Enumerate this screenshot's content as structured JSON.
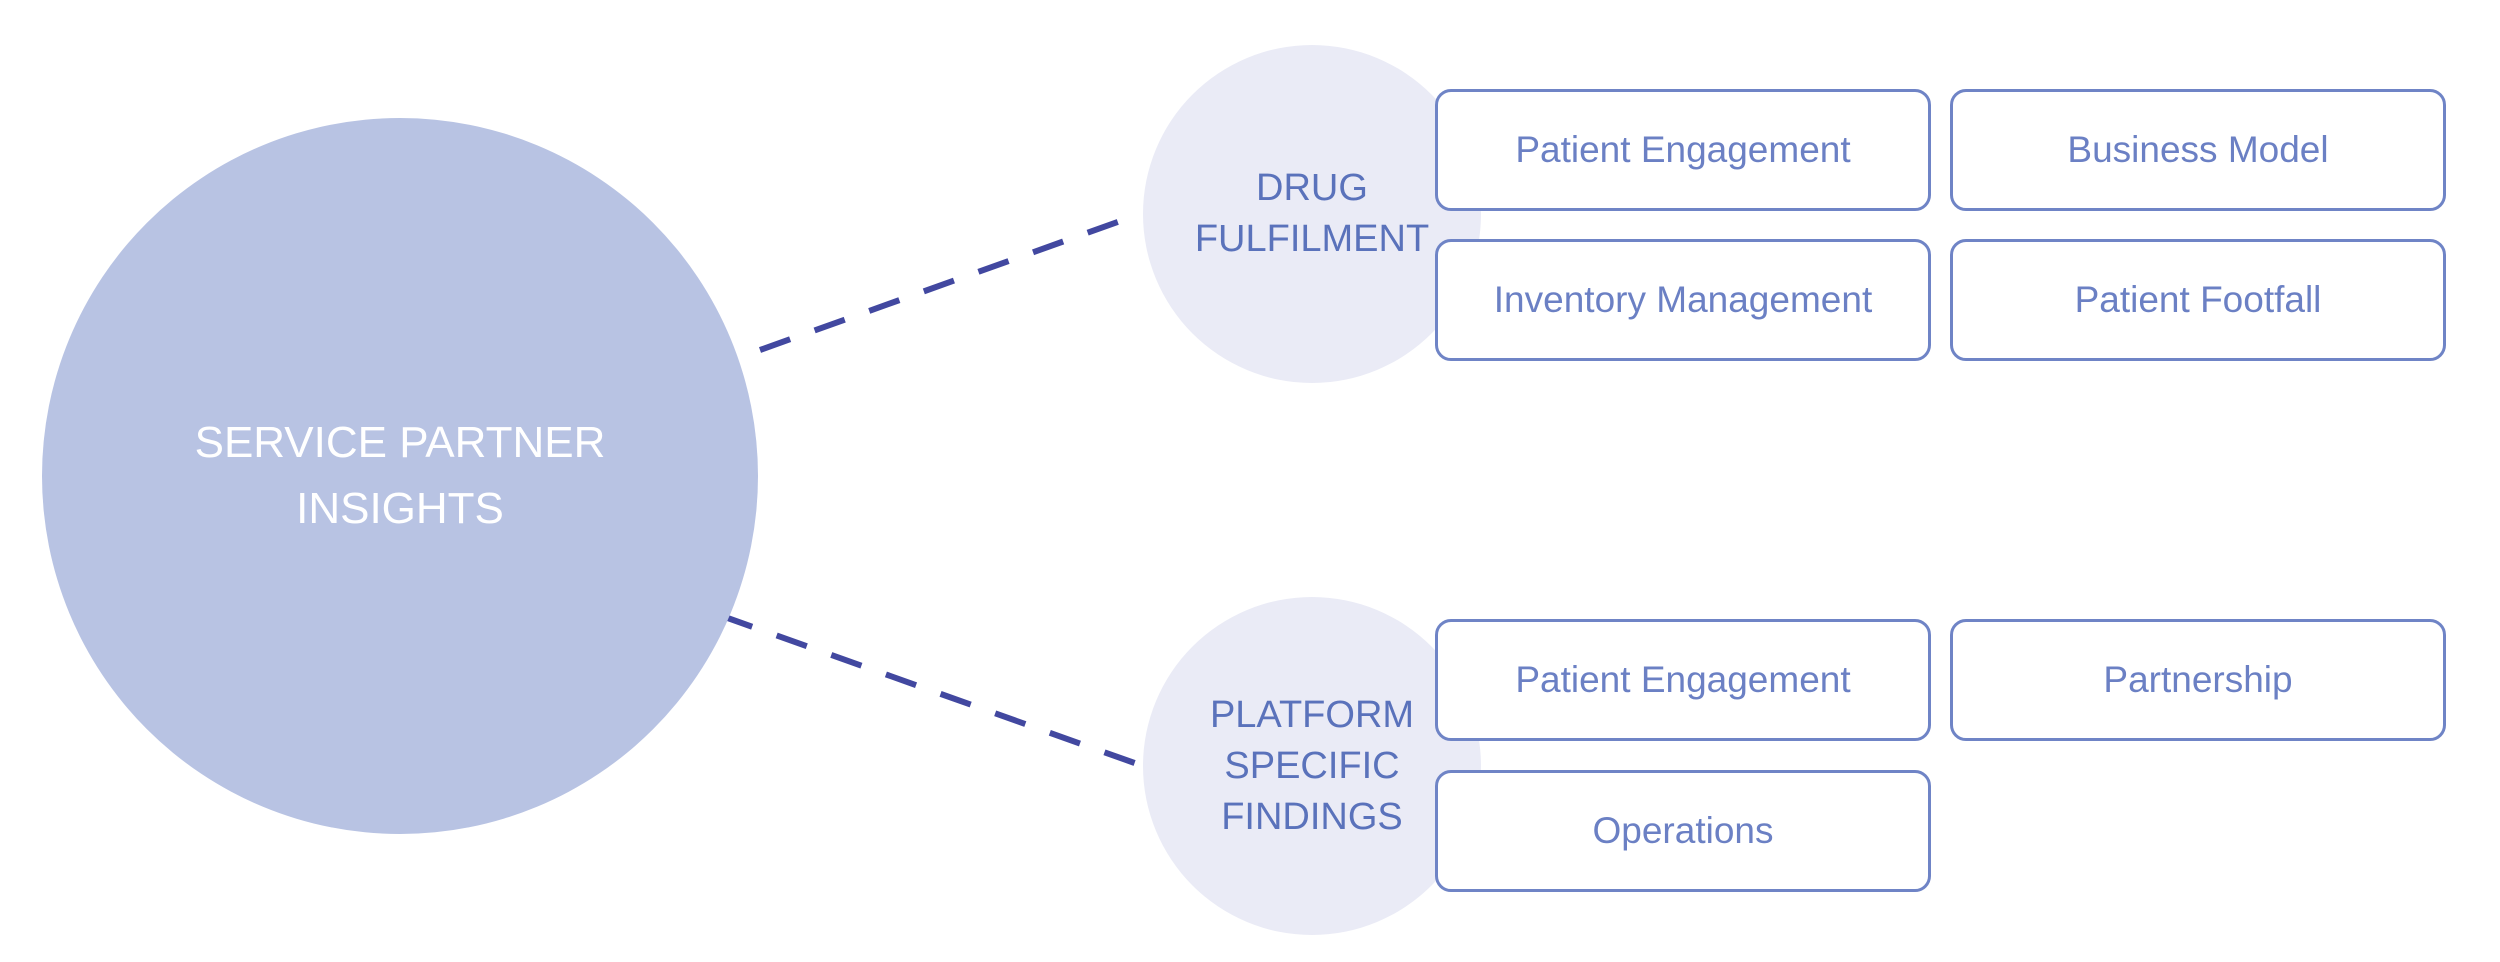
{
  "diagram": {
    "main_hub": {
      "label_lines": [
        "SERVICE PARTNER",
        "INSIGHTS"
      ]
    },
    "branches": [
      {
        "label_lines": [
          "DRUG",
          "FULFILMENT"
        ],
        "items": [
          "Patient Engagement",
          "Business Model",
          "Inventory Management",
          "Patient Footfall"
        ]
      },
      {
        "label_lines": [
          "PLATFORM",
          "SPECIFIC",
          "FINDINGS"
        ],
        "items": [
          "Patient Engagement",
          "Partnership",
          "Operations"
        ]
      }
    ],
    "colors": {
      "main_hub_fill": "#b8c3e3",
      "sub_hub_fill": "#eaebf6",
      "connector": "#4248a0",
      "card_border": "#6f84c6",
      "card_text": "#6b80c4",
      "sub_hub_text": "#5a72bb",
      "main_hub_text": "#ffffff"
    }
  }
}
